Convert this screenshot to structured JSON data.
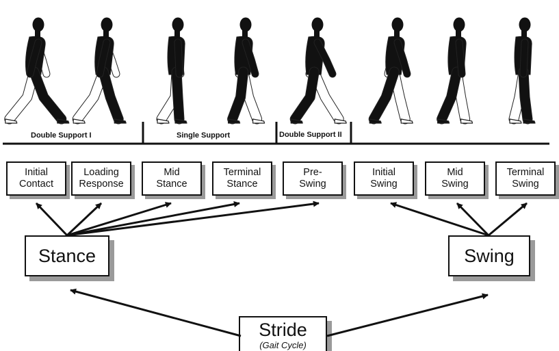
{
  "support_phases": [
    {
      "id": "double-support-1",
      "label": "Double Support I"
    },
    {
      "id": "single-support",
      "label": "Single Support"
    },
    {
      "id": "double-support-2",
      "label": "Double Support II"
    }
  ],
  "phases": [
    {
      "id": "initial-contact",
      "line1": "Initial",
      "line2": "Contact"
    },
    {
      "id": "loading-response",
      "line1": "Loading",
      "line2": "Response"
    },
    {
      "id": "mid-stance",
      "line1": "Mid",
      "line2": "Stance"
    },
    {
      "id": "terminal-stance",
      "line1": "Terminal",
      "line2": "Stance"
    },
    {
      "id": "pre-swing",
      "line1": "Pre-",
      "line2": "Swing"
    },
    {
      "id": "initial-swing",
      "line1": "Initial",
      "line2": "Swing"
    },
    {
      "id": "mid-swing",
      "line1": "Mid",
      "line2": "Swing"
    },
    {
      "id": "terminal-swing",
      "line1": "Terminal",
      "line2": "Swing"
    }
  ],
  "stance": {
    "label": "Stance"
  },
  "swing": {
    "label": "Swing"
  },
  "stride": {
    "label": "Stride",
    "sublabel": "(Gait Cycle)"
  },
  "colors": {
    "figure_dark": "#111111",
    "figure_light": "#ffffff",
    "outline": "#222222",
    "shadow": "#9a9a9a",
    "line": "#111111"
  }
}
